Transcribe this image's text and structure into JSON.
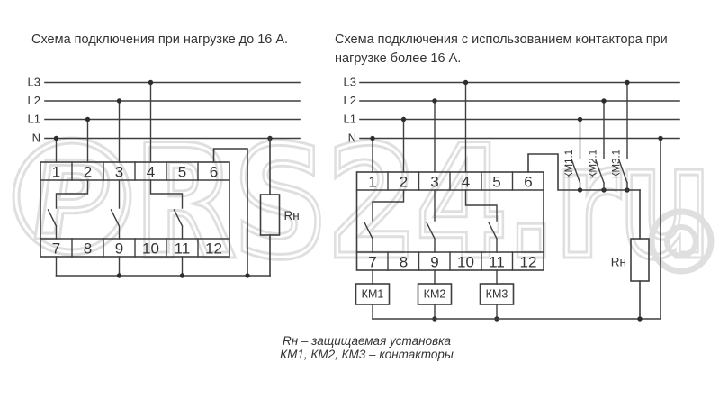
{
  "titles": {
    "left": "Схема подключения при нагрузке до 16 А.",
    "right": "Схема подключения с использованием контактора при нагрузке более 16 А."
  },
  "watermark": {
    "text": "RS24.ru",
    "logo_letter": "P"
  },
  "diagram_left": {
    "line_labels": [
      "L3",
      "L2",
      "L1",
      "N"
    ],
    "terminals_top": [
      "1",
      "2",
      "3",
      "4",
      "5",
      "6"
    ],
    "terminals_bottom": [
      "7",
      "8",
      "9",
      "10",
      "11",
      "12"
    ],
    "load_label": "Rн"
  },
  "diagram_right": {
    "line_labels": [
      "L3",
      "L2",
      "L1",
      "N"
    ],
    "terminals_top": [
      "1",
      "2",
      "3",
      "4",
      "5",
      "6"
    ],
    "terminals_bottom": [
      "7",
      "8",
      "9",
      "10",
      "11",
      "12"
    ],
    "contact_labels": [
      "КМ1.1",
      "КМ2.1",
      "КМ3.1"
    ],
    "coil_labels": [
      "КМ1",
      "КМ2",
      "КМ3"
    ],
    "load_label": "Rн"
  },
  "legend": {
    "line1": "Rн – защищаемая установка",
    "line2": "КМ1, КМ2, КМ3 – контакторы"
  },
  "colors": {
    "wire": "#3f3f3f",
    "text": "#333333",
    "watermark": "#dfdfdf",
    "background": "#ffffff"
  }
}
